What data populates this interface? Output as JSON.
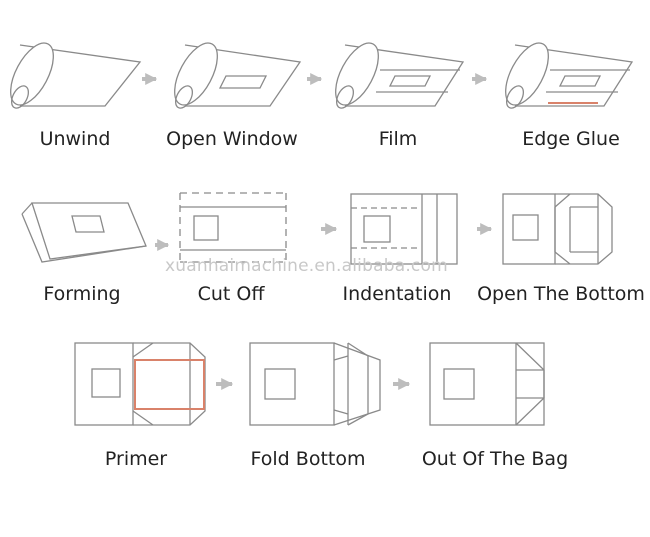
{
  "steps": [
    {
      "label": "Unwind"
    },
    {
      "label": "Open Window"
    },
    {
      "label": "Film"
    },
    {
      "label": "Edge Glue"
    },
    {
      "label": "Forming"
    },
    {
      "label": "Cut Off"
    },
    {
      "label": "Indentation"
    },
    {
      "label": "Open The Bottom"
    },
    {
      "label": "Primer"
    },
    {
      "label": "Fold Bottom"
    },
    {
      "label": "Out Of The Bag"
    }
  ],
  "watermark": "xuanhaimachine.en.alibaba.com",
  "colors": {
    "line": "#8a8a8a",
    "arrow": "#bdbdbd",
    "accent": "#d9826a",
    "text": "#222222"
  }
}
